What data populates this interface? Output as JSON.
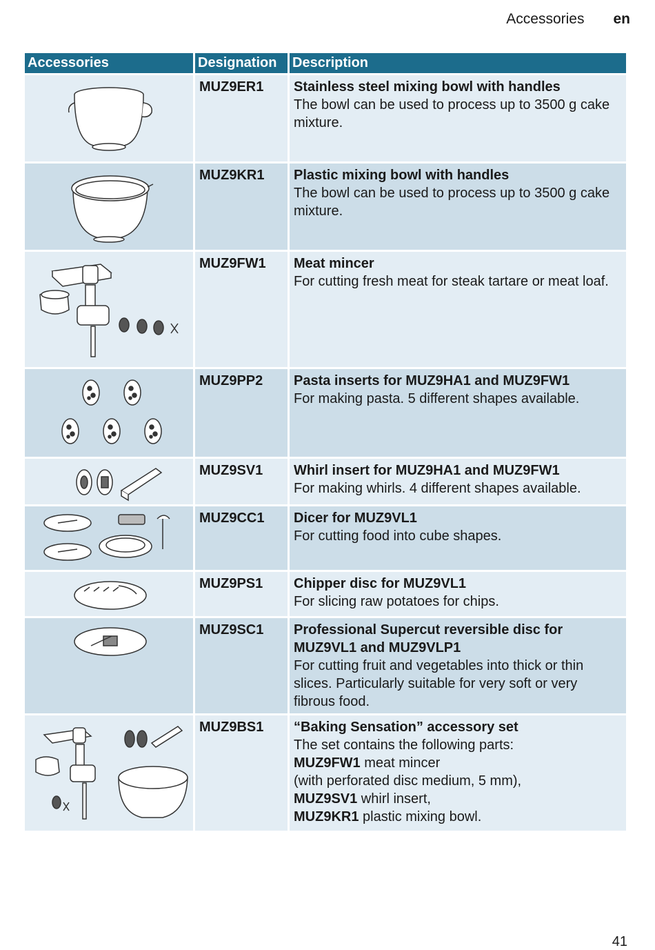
{
  "running_head": {
    "section": "Accessories",
    "lang": "en"
  },
  "page_number": "41",
  "table": {
    "headers": [
      "Accessories",
      "Designation",
      "Description"
    ],
    "rows": [
      {
        "designation": "MUZ9ER1",
        "title": "Stainless steel mixing bowl with handles",
        "text": "The bowl can be used to process up to 3500 g cake mixture."
      },
      {
        "designation": "MUZ9KR1",
        "title": "Plastic mixing bowl with handles",
        "text": "The bowl can be used to process up to 3500 g cake mixture."
      },
      {
        "designation": "MUZ9FW1",
        "title": "Meat mincer",
        "text": "For cutting fresh meat for steak tartare or meat loaf."
      },
      {
        "designation": "MUZ9PP2",
        "title": "Pasta inserts for MUZ9HA1 and MUZ9FW1",
        "text": "For making pasta. 5 different shapes available."
      },
      {
        "designation": "MUZ9SV1",
        "title": "Whirl insert for MUZ9HA1 and MUZ9FW1",
        "text": "For making whirls. 4 different shapes available."
      },
      {
        "designation": "MUZ9CC1",
        "title": "Dicer for MUZ9VL1",
        "text": "For cutting food into cube shapes."
      },
      {
        "designation": "MUZ9PS1",
        "title": "Chipper disc for MUZ9VL1",
        "text": "For slicing raw potatoes for chips."
      },
      {
        "designation": "MUZ9SC1",
        "title": "Professional Supercut reversible disc for MUZ9VL1 and MUZ9VLP1",
        "text": "For cutting fruit and vegetables into thick or thin slices. Particularly suitable for very soft or very fibrous food."
      },
      {
        "designation": "MUZ9BS1",
        "title": "“Baking Sensation” accessory set",
        "text": "The set contains the following parts:",
        "parts": [
          {
            "code": "MUZ9FW1",
            "label": " meat mincer"
          },
          {
            "code": "",
            "label": "(with perforated disc medium, 5 mm),"
          },
          {
            "code": "MUZ9SV1",
            "label": " whirl insert,"
          },
          {
            "code": "MUZ9KR1",
            "label": " plastic mixing bowl."
          }
        ]
      }
    ]
  },
  "icons": [
    "stainless-bowl-icon",
    "plastic-bowl-icon",
    "meat-mincer-icon",
    "pasta-inserts-icon",
    "whirl-insert-icon",
    "dicer-icon",
    "chipper-disc-icon",
    "supercut-disc-icon",
    "baking-set-icon"
  ]
}
